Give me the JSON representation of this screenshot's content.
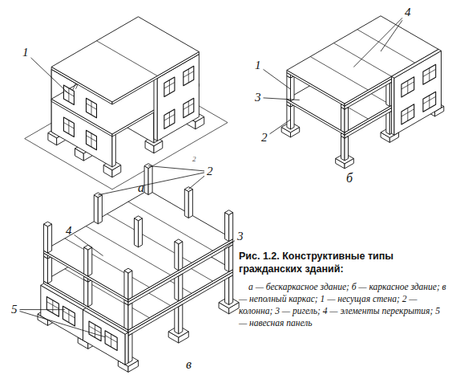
{
  "diagram": {
    "title": "Рис. 1.2. Конструктивные типы гражданских зданий:",
    "caption": "а — бескаркасное здание; б — каркасное здание; в — неполный каркас; 1 — несущая стена; 2 — колонна; 3 — ригель; 4 — элементы перекрытия; 5 — навесная панель",
    "labels": [
      "1",
      "а",
      "4",
      "1",
      "3",
      "2",
      "б",
      "2",
      "2",
      "4",
      "3",
      "5",
      "в"
    ]
  }
}
